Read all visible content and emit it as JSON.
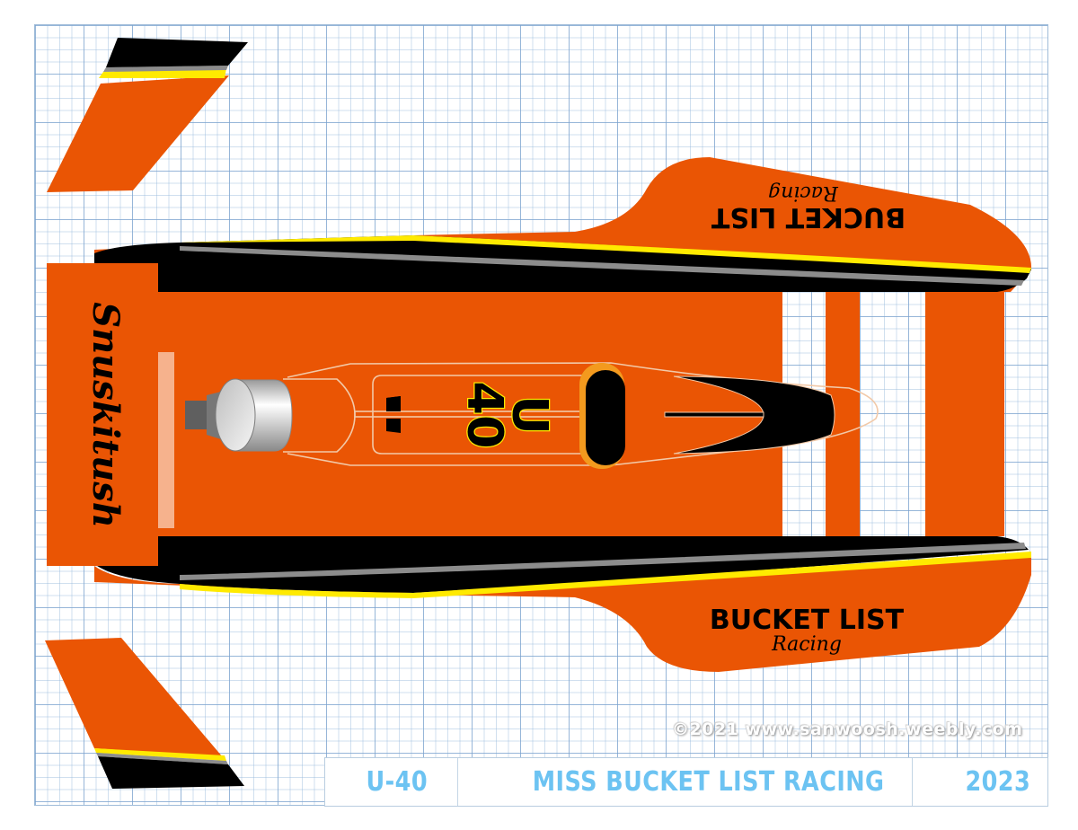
{
  "drawing": {
    "subject": "U-40 hydroplane top-view paint scheme",
    "colors": {
      "hull_orange": "#EA5504",
      "stripe_black": "#000000",
      "stripe_gray": "#8C8C8C",
      "stripe_yellow": "#FFEA00",
      "grid_line": "#9FBCD9",
      "title_text": "#6CC3F2",
      "canopy_rim": "#F39A1E"
    }
  },
  "hull": {
    "tail_sponsor": "Snuskitush",
    "sponson_top_text": "BUCKET LIST",
    "sponson_top_script": "Racing",
    "sponson_bottom_text": "BUCKET LIST",
    "sponson_bottom_script": "Racing",
    "deck_number_letter": "U",
    "deck_number_digits": "40"
  },
  "watermark": {
    "text": "©2021  www.sanwoosh.weebly.com"
  },
  "title_block": {
    "boat_number": "U-40",
    "boat_name": "MISS BUCKET LIST RACING",
    "year": "2023"
  }
}
